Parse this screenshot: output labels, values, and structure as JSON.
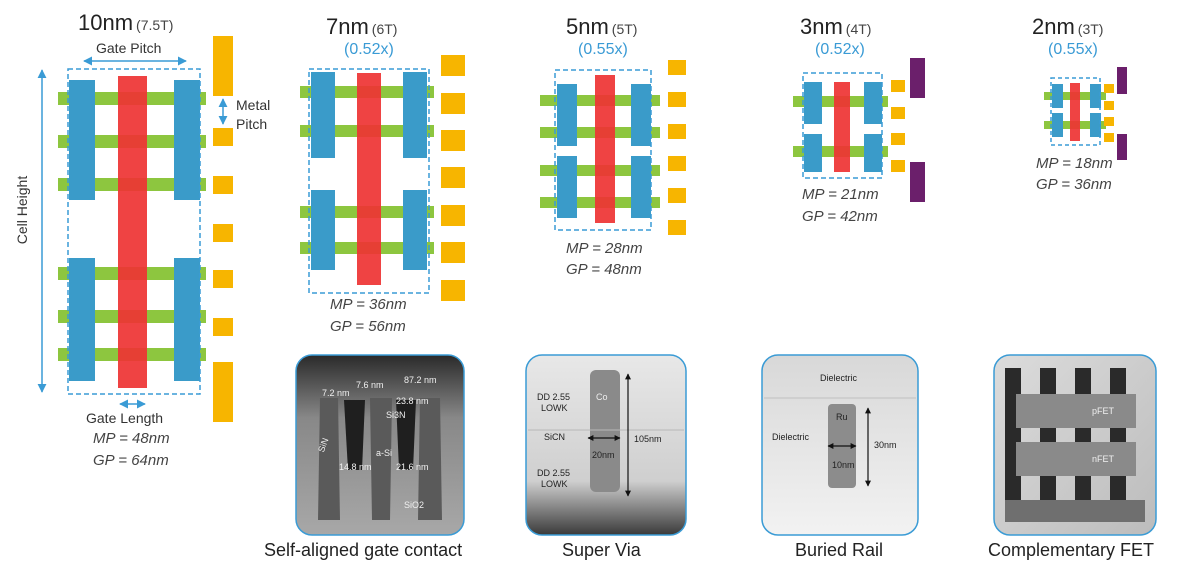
{
  "nodes": [
    {
      "id": "n10",
      "title": "10nm",
      "cells": "(7.5T)",
      "mp": "MP = 48nm",
      "gp": "GP = 64nm"
    },
    {
      "id": "n7",
      "title": "7nm",
      "cells": "(6T)",
      "scale": "(0.52x)",
      "mp": "MP = 36nm",
      "gp": "GP = 56nm"
    },
    {
      "id": "n5",
      "title": "5nm",
      "cells": "(5T)",
      "scale": "(0.55x)",
      "mp": "MP = 28nm",
      "gp": "GP = 48nm"
    },
    {
      "id": "n3",
      "title": "3nm",
      "cells": "(4T)",
      "scale": "(0.52x)",
      "mp": "MP = 21nm",
      "gp": "GP = 42nm"
    },
    {
      "id": "n2",
      "title": "2nm",
      "cells": "(3T)",
      "scale": "(0.55x)",
      "mp": "MP = 18nm",
      "gp": "GP = 36nm"
    }
  ],
  "labels": {
    "gate_pitch": "Gate Pitch",
    "metal_pitch_1": "Metal",
    "metal_pitch_2": "Pitch",
    "cell_height": "Cell Height",
    "gate_length": "Gate Length"
  },
  "photos": [
    {
      "caption": "Self-aligned gate contact",
      "annotations": [
        "7.2 nm",
        "7.6 nm",
        "87.2 nm",
        "23.8 nm",
        "Si3N",
        "SiN",
        "a-Si",
        "14.8 nm",
        "21.6 nm",
        "SiO2"
      ]
    },
    {
      "caption": "Super Via",
      "annotations": [
        "DD 2.55",
        "LOWK",
        "Co",
        "SiCN",
        "105nm",
        "20nm",
        "DD 2.55",
        "LOWK"
      ]
    },
    {
      "caption": "Buried Rail",
      "annotations": [
        "Dielectric",
        "Ru",
        "Dielectric",
        "30nm",
        "10nm"
      ]
    },
    {
      "caption": "Complementary FET",
      "annotations": [
        "pFET",
        "nFET"
      ]
    }
  ],
  "colors": {
    "fin": "#8dc63f",
    "fin_ends": "#2bb24c",
    "gate": "#ee3333",
    "diffusion": "#3a9bc9",
    "metal": "#f7b500",
    "rail": "#6b1f6b",
    "boundary": "#3a9bd5"
  },
  "icons": {
    "arrow": "double-headed-arrow"
  }
}
